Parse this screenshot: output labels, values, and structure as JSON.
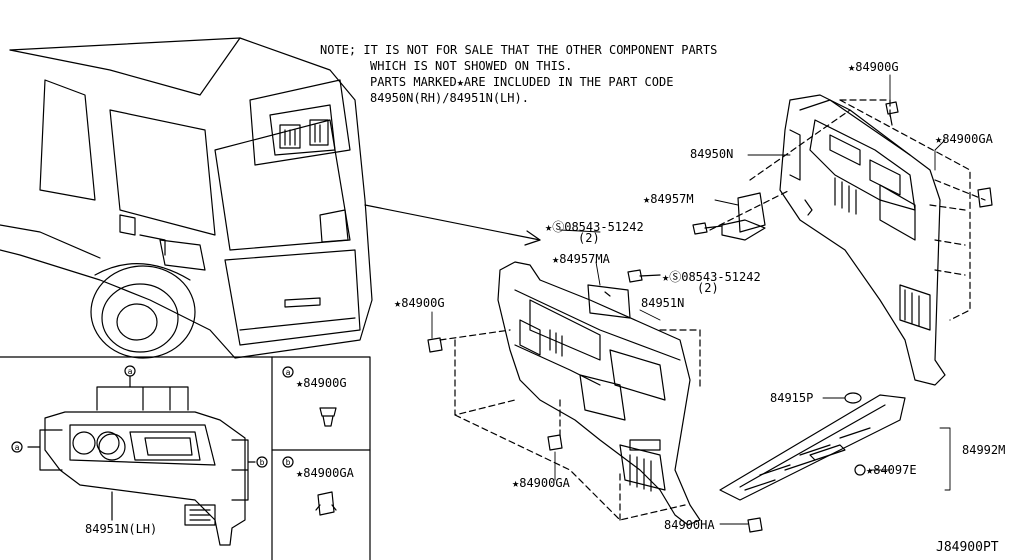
{
  "note": {
    "line1": "NOTE; IT IS NOT FOR SALE THAT THE OTHER COMPONENT PARTS",
    "line2": "WHICH IS NOT SHOWED ON THIS.",
    "line3": "PARTS MARKED★ARE INCLUDED IN THE PART CODE",
    "line4": "84950N(RH)/84951N(LH)."
  },
  "labels": {
    "p84900G_top": "★84900G",
    "p84900GA_top": "★84900GA",
    "p84950N": "84950N",
    "p84957M": "★84957M",
    "bolt1": "★Ⓢ08543-51242",
    "bolt1_qty": "(2)",
    "p84957MA": "★84957MA",
    "bolt2": "★Ⓢ08543-51242",
    "bolt2_qty": "(2)",
    "p84900G_mid": "★84900G",
    "p84951N": "84951N",
    "p84915P": "84915P",
    "p84992M": "84992M",
    "p84097E": "★84097E",
    "p84900GA_bottom": "★84900GA",
    "p84900HA": "84900HA",
    "p84951N_LH": "84951N(LH)",
    "legend_a_part": "★84900G",
    "legend_b_part": "★84900GA",
    "callout_a": "a",
    "callout_b": "b",
    "diagram_code": "J84900PT"
  }
}
